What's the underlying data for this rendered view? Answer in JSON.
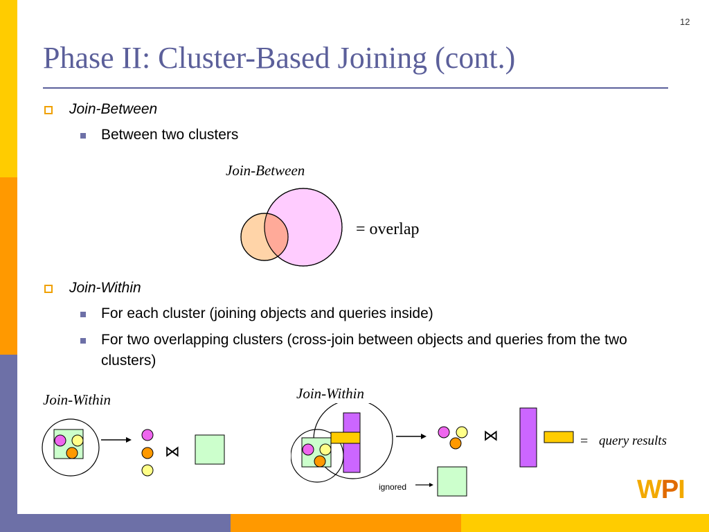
{
  "slide": {
    "number": "12",
    "title": "Phase II: Cluster-Based Joining (cont.)"
  },
  "bullets": [
    {
      "label": "Join-Between",
      "subs": [
        "Between two clusters"
      ]
    },
    {
      "label": "Join-Within",
      "subs": [
        "For each cluster (joining objects and queries inside)",
        "For two overlapping clusters (cross-join between objects and queries from the two clusters)"
      ]
    }
  ],
  "figures": {
    "between_caption": "Join-Between",
    "overlap_label": "= overlap",
    "within_left_caption": "Join-Within",
    "within_right_caption": "Join-Within",
    "join_symbol": "⋈",
    "equals": "=",
    "query_results": "query results",
    "ignored": "ignored"
  },
  "logo": {
    "w": "W",
    "p": "P",
    "i": "I"
  },
  "colors": {
    "title": "#5b5f9a",
    "bar_yellow": "#ffcc00",
    "bar_orange": "#ff9900",
    "bar_purple": "#6d70a7",
    "pink": "#ee66ee",
    "orange": "#ff9900",
    "yellow": "#ffff88",
    "green": "#ccffcc",
    "violet": "#cc66ff",
    "gold": "#ffcc00"
  }
}
